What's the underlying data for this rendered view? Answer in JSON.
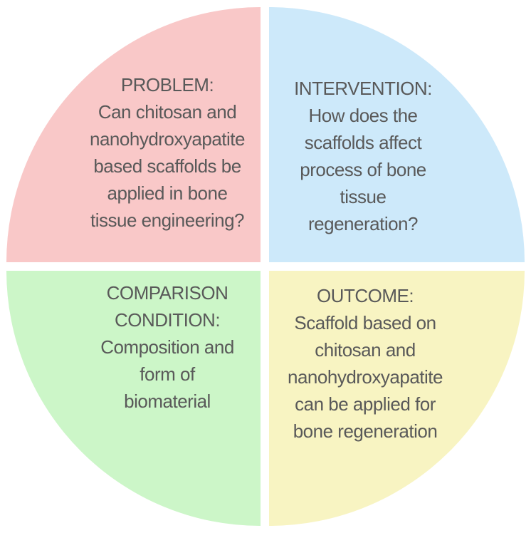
{
  "figure": {
    "type": "pico-question-diagram",
    "background": "#ffffff",
    "text_color": "#595959",
    "quadrants": [
      {
        "id": "problem",
        "position": "top-left",
        "color": "#f9c8c8",
        "title": "PROBLEM:",
        "lines": [
          "Can chitosan and",
          "nanohydroxyapatite",
          "based scaffolds be",
          "applied in bone",
          "tissue engineering?"
        ]
      },
      {
        "id": "intervention",
        "position": "top-right",
        "color": "#cde9fa",
        "title": "INTERVENTION:",
        "lines": [
          "How does the",
          "scaffolds affect",
          "process of bone",
          "tissue",
          "regeneration?"
        ]
      },
      {
        "id": "comparison",
        "position": "bottom-left",
        "color": "#ccf6c8",
        "title": "COMPARISON",
        "lines": [
          "CONDITION:",
          "Composition and",
          "form of",
          "biomaterial"
        ]
      },
      {
        "id": "outcome",
        "position": "bottom-right",
        "color": "#f8f4c2",
        "title": "OUTCOME:",
        "lines": [
          "Scaffold based on",
          "chitosan and",
          "nanohydroxyapatite",
          "can be applied for",
          "bone regeneration"
        ]
      }
    ]
  }
}
